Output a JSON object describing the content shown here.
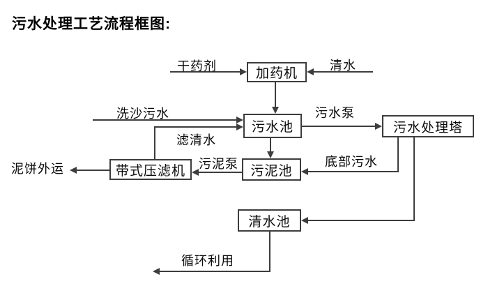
{
  "title": "污水处理工艺流程框图:",
  "diagram": {
    "nodes": {
      "dosing_machine": {
        "label": "加药机"
      },
      "sewage_pool": {
        "label": "污水池"
      },
      "treatment_tower": {
        "label": "污水处理塔"
      },
      "sludge_pool": {
        "label": "污泥池"
      },
      "belt_filter_press": {
        "label": "带式压滤机"
      },
      "clear_water_pool": {
        "label": "清水池"
      }
    },
    "flow_labels": {
      "dry_agent": "干药剂",
      "clear_water": "清水",
      "sand_washing_sewage": "洗沙污水",
      "filtered_water": "滤清水",
      "sewage_pump": "污水泵",
      "sludge_pump": "污泥泵",
      "bottom_sewage": "底部污水",
      "mud_cake_transport": "泥饼外运",
      "recycling": "循环利用"
    },
    "colors": {
      "line": "#3d3d3d",
      "text": "#000000",
      "background": "#ffffff"
    }
  }
}
